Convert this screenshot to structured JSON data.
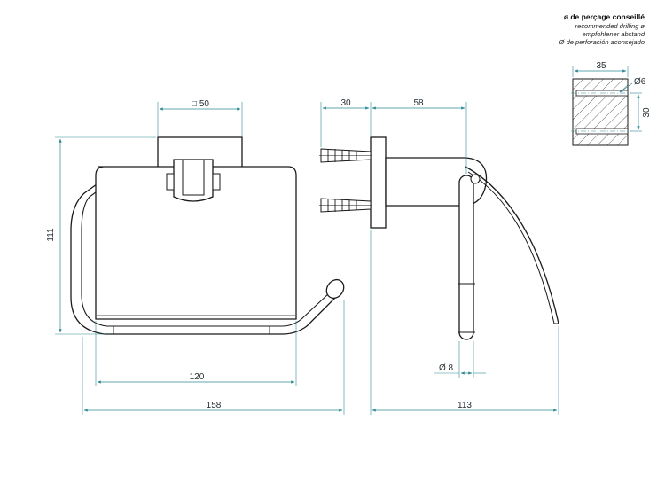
{
  "drilling_note": {
    "title": "ø de perçage conseillé",
    "lines": [
      "recommended drilling ø",
      "empfohlener abstand",
      "Ø de perforación aconsejado"
    ]
  },
  "front_view": {
    "square_size": "□ 50",
    "height": "111",
    "paper_width": "120",
    "overall_width": "158"
  },
  "side_view": {
    "plug_depth": "30",
    "projection": "58",
    "rod_diameter": "Ø 8",
    "overall_depth": "113"
  },
  "drilling_detail": {
    "width": "35",
    "spacing": "30",
    "hole_diameter": "Ø6"
  },
  "colors": {
    "outline": "#1a1a1a",
    "dimension": "#2e8a96",
    "text": "#1f2a30"
  }
}
